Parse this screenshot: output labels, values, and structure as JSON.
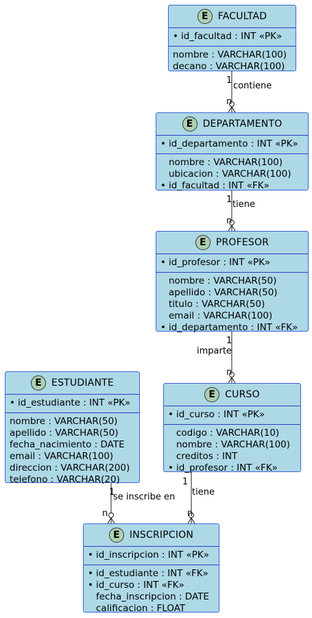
{
  "entities": {
    "facultad": {
      "name": "FACULTAD",
      "badge": "E",
      "pk": [
        {
          "text": "id_facultad : INT «PK»",
          "bullet": "•"
        }
      ],
      "attrs": [
        {
          "text": "nombre : VARCHAR(100)",
          "bullet": ""
        },
        {
          "text": "decano : VARCHAR(100)",
          "bullet": ""
        }
      ]
    },
    "departamento": {
      "name": "DEPARTAMENTO",
      "badge": "E",
      "pk": [
        {
          "text": "id_departamento : INT «PK»",
          "bullet": "•"
        }
      ],
      "attrs": [
        {
          "text": "nombre : VARCHAR(100)",
          "bullet": ""
        },
        {
          "text": "ubicacion : VARCHAR(100)",
          "bullet": ""
        },
        {
          "text": "id_facultad : INT «FK»",
          "bullet": "•"
        }
      ]
    },
    "profesor": {
      "name": "PROFESOR",
      "badge": "E",
      "pk": [
        {
          "text": "id_profesor : INT «PK»",
          "bullet": "•"
        }
      ],
      "attrs": [
        {
          "text": "nombre : VARCHAR(50)",
          "bullet": ""
        },
        {
          "text": "apellido : VARCHAR(50)",
          "bullet": ""
        },
        {
          "text": "titulo : VARCHAR(50)",
          "bullet": ""
        },
        {
          "text": "email : VARCHAR(100)",
          "bullet": ""
        },
        {
          "text": "id_departamento : INT «FK»",
          "bullet": "•"
        }
      ]
    },
    "estudiante": {
      "name": "ESTUDIANTE",
      "badge": "E",
      "pk": [
        {
          "text": "id_estudiante : INT «PK»",
          "bullet": "•"
        }
      ],
      "attrs": [
        {
          "text": "nombre : VARCHAR(50)",
          "bullet": ""
        },
        {
          "text": "apellido : VARCHAR(50)",
          "bullet": ""
        },
        {
          "text": "fecha_nacimiento : DATE",
          "bullet": ""
        },
        {
          "text": "email : VARCHAR(100)",
          "bullet": ""
        },
        {
          "text": "direccion : VARCHAR(200)",
          "bullet": ""
        },
        {
          "text": "telefono : VARCHAR(20)",
          "bullet": ""
        }
      ]
    },
    "curso": {
      "name": "CURSO",
      "badge": "E",
      "pk": [
        {
          "text": "id_curso : INT «PK»",
          "bullet": "•"
        }
      ],
      "attrs": [
        {
          "text": "codigo : VARCHAR(10)",
          "bullet": ""
        },
        {
          "text": "nombre : VARCHAR(100)",
          "bullet": ""
        },
        {
          "text": "creditos : INT",
          "bullet": ""
        },
        {
          "text": "id_profesor : INT «FK»",
          "bullet": "•"
        }
      ]
    },
    "inscripcion": {
      "name": "INSCRIPCION",
      "badge": "E",
      "pk": [
        {
          "text": "id_inscripcion : INT «PK»",
          "bullet": "•"
        }
      ],
      "attrs": [
        {
          "text": "id_estudiante : INT «FK»",
          "bullet": "•"
        },
        {
          "text": "id_curso : INT «FK»",
          "bullet": "•"
        },
        {
          "text": "fecha_inscripcion : DATE",
          "bullet": ""
        },
        {
          "text": "calificacion : FLOAT",
          "bullet": ""
        }
      ]
    }
  },
  "relations": {
    "contiene": {
      "label": "contiene",
      "from_card": "1",
      "to_card": "n"
    },
    "tiene_prof": {
      "label": "tiene",
      "from_card": "1",
      "to_card": "n"
    },
    "imparte": {
      "label": "imparte",
      "from_card": "1",
      "to_card": "n"
    },
    "inscribe": {
      "label": "se inscribe en",
      "from_card": "1",
      "to_card": "n"
    },
    "tiene_curso": {
      "label": "tiene",
      "from_card": "1",
      "to_card": "n"
    }
  },
  "colors": {
    "entity_fill": "#ADD8E6",
    "entity_border": "#3b63d6",
    "badge_fill": "#ADD1B2",
    "line": "#181818"
  }
}
